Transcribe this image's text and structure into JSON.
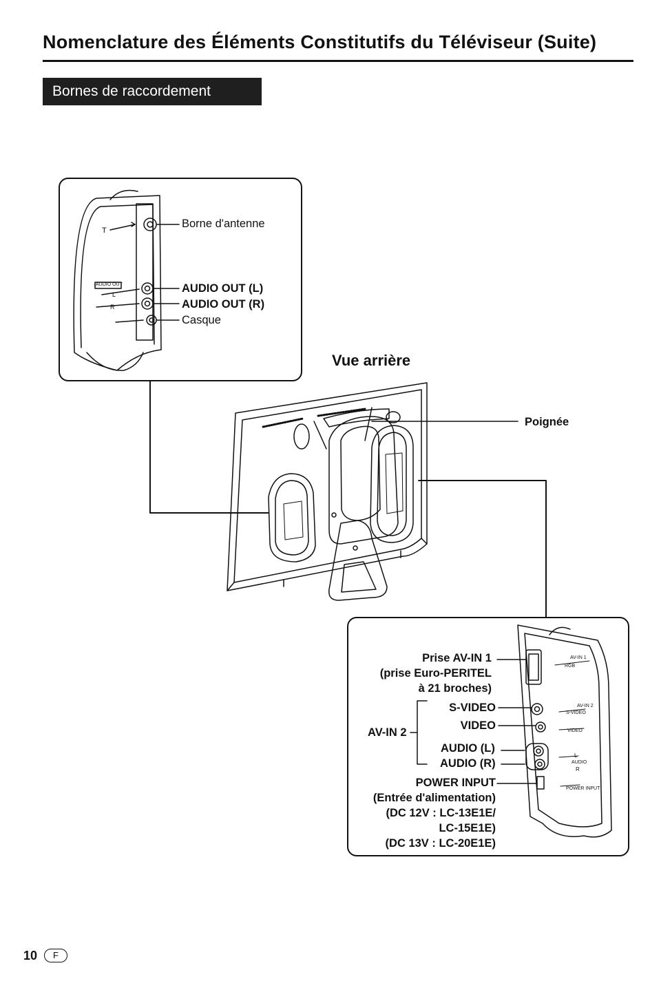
{
  "header": {
    "title": "Nomenclature des Éléments Constitutifs du Téléviseur (Suite)",
    "section": "Bornes de raccordement"
  },
  "view_title": "Vue arrière",
  "callout_left": {
    "terminal": "Borne d'antenne",
    "audio_out_l": "AUDIO OUT (L)",
    "audio_out_r": "AUDIO OUT (R)",
    "headphone": "Casque",
    "panel_marks": {
      "antenna": "T",
      "group": "AUDIO OUT",
      "l": "L",
      "r": "R"
    }
  },
  "rear": {
    "handle": "Poignée"
  },
  "callout_right": {
    "av_in1_line1": "Prise AV-IN 1",
    "av_in1_line2": "(prise Euro-PERITEL",
    "av_in1_line3": "à 21 broches)",
    "av_in2": "AV-IN 2",
    "s_video": "S-VIDEO",
    "video": "VIDEO",
    "audio_l": "AUDIO (L)",
    "audio_r": "AUDIO (R)",
    "power_line1": "POWER INPUT",
    "power_line2": "(Entrée d'alimentation)",
    "power_line3": "(DC 12V : LC-13E1E/",
    "power_line4": "LC-15E1E)",
    "power_line5": "(DC 13V : LC-20E1E)",
    "panel_marks": {
      "av1": "AV-IN 1",
      "rgb": "RGB",
      "av2": "AV-IN 2",
      "svideo": "S-VIDEO",
      "video": "VIDEO",
      "l": "L",
      "audio": "AUDIO",
      "r": "R",
      "power": "POWER INPUT"
    }
  },
  "footer": {
    "page": "10",
    "lang": "F"
  }
}
